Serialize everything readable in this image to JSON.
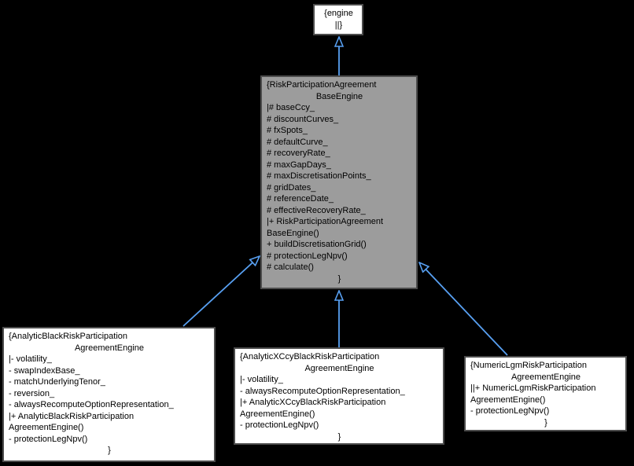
{
  "diagram": {
    "title": "RiskParticipationAgreementBaseEngine inheritance graph",
    "colors": {
      "background": "#000000",
      "edge": "#58a0f2",
      "node_border": "#4c4c4c",
      "node_fill": "#ffffff",
      "node_highlight_fill": "#9c9c9c",
      "text": "#000000"
    }
  },
  "nodes": [
    {
      "id": "engine",
      "class_name": "engine",
      "highlight": false,
      "lines": [
        {
          "text": "{engine",
          "center": true
        },
        {
          "text": "||}",
          "center": true
        }
      ]
    },
    {
      "id": "base",
      "class_name": "RiskParticipationAgreementBaseEngine",
      "highlight": true,
      "lines": [
        {
          "text": "{RiskParticipationAgreement",
          "center": false
        },
        {
          "text": "BaseEngine",
          "center": true
        },
        {
          "text": "|# baseCcy_",
          "center": false
        },
        {
          "text": "# discountCurves_",
          "center": false
        },
        {
          "text": "# fxSpots_",
          "center": false
        },
        {
          "text": "# defaultCurve_",
          "center": false
        },
        {
          "text": "# recoveryRate_",
          "center": false
        },
        {
          "text": "# maxGapDays_",
          "center": false
        },
        {
          "text": "# maxDiscretisationPoints_",
          "center": false
        },
        {
          "text": "# gridDates_",
          "center": false
        },
        {
          "text": "# referenceDate_",
          "center": false
        },
        {
          "text": "# effectiveRecoveryRate_",
          "center": false
        },
        {
          "text": "|+ RiskParticipationAgreement",
          "center": false
        },
        {
          "text": "BaseEngine()",
          "center": false
        },
        {
          "text": "+ buildDiscretisationGrid()",
          "center": false
        },
        {
          "text": "# protectionLegNpv()",
          "center": false
        },
        {
          "text": "# calculate()",
          "center": false
        },
        {
          "text": "}",
          "center": true
        }
      ]
    },
    {
      "id": "analytic-black",
      "class_name": "AnalyticBlackRiskParticipationAgreementEngine",
      "highlight": false,
      "lines": [
        {
          "text": "{AnalyticBlackRiskParticipation",
          "center": false
        },
        {
          "text": "AgreementEngine",
          "center": true
        },
        {
          "text": "|- volatility_",
          "center": false
        },
        {
          "text": "- swapIndexBase_",
          "center": false
        },
        {
          "text": "- matchUnderlyingTenor_",
          "center": false
        },
        {
          "text": "- reversion_",
          "center": false
        },
        {
          "text": "- alwaysRecomputeOptionRepresentation_",
          "center": false
        },
        {
          "text": "|+ AnalyticBlackRiskParticipation",
          "center": false
        },
        {
          "text": "AgreementEngine()",
          "center": false
        },
        {
          "text": "- protectionLegNpv()",
          "center": false
        },
        {
          "text": "}",
          "center": true
        }
      ]
    },
    {
      "id": "analytic-xccy-black",
      "class_name": "AnalyticXCcyBlackRiskParticipationAgreementEngine",
      "highlight": false,
      "lines": [
        {
          "text": "{AnalyticXCcyBlackRiskParticipation",
          "center": false
        },
        {
          "text": "AgreementEngine",
          "center": true
        },
        {
          "text": "|- volatility_",
          "center": false
        },
        {
          "text": "- alwaysRecomputeOptionRepresentation_",
          "center": false
        },
        {
          "text": "|+ AnalyticXCcyBlackRiskParticipation",
          "center": false
        },
        {
          "text": "AgreementEngine()",
          "center": false
        },
        {
          "text": "- protectionLegNpv()",
          "center": false
        },
        {
          "text": "}",
          "center": true
        }
      ]
    },
    {
      "id": "numeric-lgm",
      "class_name": "NumericLgmRiskParticipationAgreementEngine",
      "highlight": false,
      "lines": [
        {
          "text": "{NumericLgmRiskParticipation",
          "center": false
        },
        {
          "text": "AgreementEngine",
          "center": true
        },
        {
          "text": "||+ NumericLgmRiskParticipation",
          "center": false
        },
        {
          "text": "AgreementEngine()",
          "center": false
        },
        {
          "text": "- protectionLegNpv()",
          "center": false
        },
        {
          "text": "}",
          "center": true
        }
      ]
    }
  ],
  "edges": [
    {
      "from": "base",
      "to": "engine",
      "relation": "inherits"
    },
    {
      "from": "analytic-black",
      "to": "base",
      "relation": "inherits"
    },
    {
      "from": "analytic-xccy-black",
      "to": "base",
      "relation": "inherits"
    },
    {
      "from": "numeric-lgm",
      "to": "base",
      "relation": "inherits"
    }
  ]
}
